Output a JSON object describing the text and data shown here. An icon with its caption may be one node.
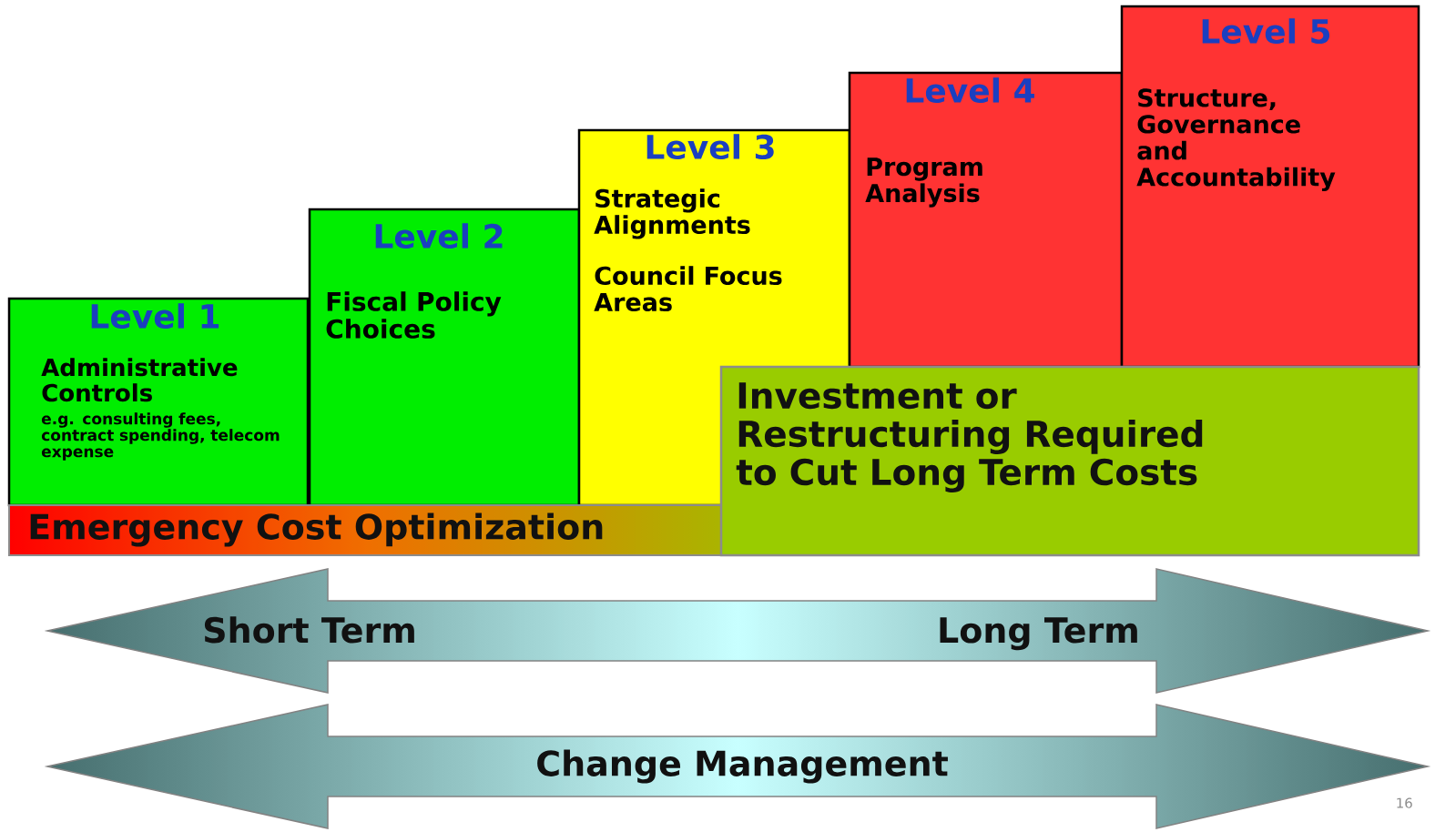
{
  "diagram": {
    "nodes": [
      {
        "text": [
          "Level 1",
          "Administrative Controls",
          "e.g. consulting fees, contract spending, telecom expense"
        ]
      },
      {
        "text": [
          "Level 2",
          "Fiscal Policy Choices"
        ]
      },
      {
        "text": [
          "Level 3",
          "Strategic Alignments",
          "Council Focus Areas"
        ]
      },
      {
        "text": [
          "Level 4",
          "Program Analysis"
        ]
      },
      {
        "text": [
          "Level 5",
          "Structure, Governance and Accountability"
        ]
      },
      {
        "text": [
          "Emergency Cost Optimization"
        ]
      },
      {
        "text": [
          "Investment or Restructuring Required to Cut Long Term Costs"
        ]
      },
      {
        "text": [
          "Short Term",
          "Long Term"
        ]
      },
      {
        "text": [
          "Change Management"
        ]
      }
    ],
    "edges": [],
    "labels": [
      "16"
    ]
  }
}
